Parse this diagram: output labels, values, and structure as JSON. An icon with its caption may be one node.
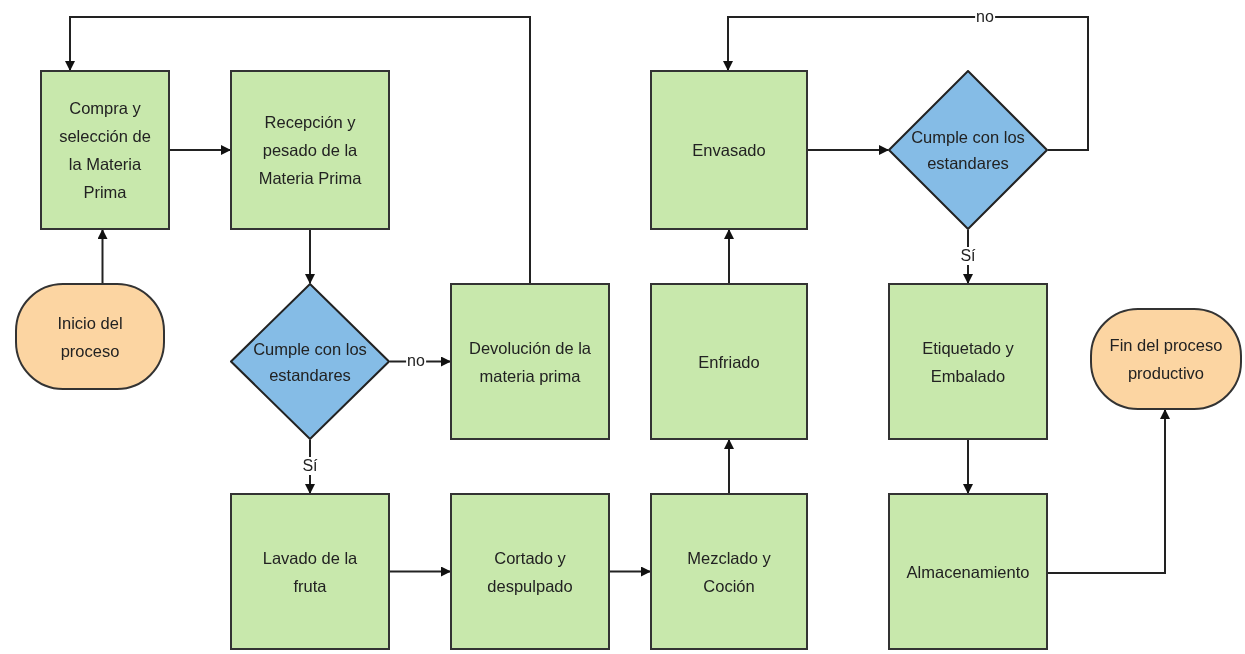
{
  "diagram": {
    "nodes": [
      {
        "text": [
          "Compra y selección de la Materia Prima"
        ]
      },
      {
        "text": [
          "Recepción y pesado de la Materia Prima"
        ]
      },
      {
        "text": [
          "Inicio del proceso"
        ]
      },
      {
        "text": [
          "Cumple con los estandares"
        ]
      },
      {
        "text": [
          "Devolución de la materia prima"
        ]
      },
      {
        "text": [
          "Lavado de la fruta"
        ]
      },
      {
        "text": [
          "Cortado y despulpado"
        ]
      },
      {
        "text": [
          "Mezclado y Coción"
        ]
      },
      {
        "text": [
          "Enfriado"
        ]
      },
      {
        "text": [
          "Envasado"
        ]
      },
      {
        "text": [
          "Cumple con los estandares"
        ]
      },
      {
        "text": [
          "Etiquetado y Embalado"
        ]
      },
      {
        "text": [
          "Almacenamiento"
        ]
      },
      {
        "text": [
          "Fin del proceso productivo"
        ]
      }
    ],
    "edges": [
      {
        "from": 2,
        "to": 0,
        "arrow": "to"
      },
      {
        "from": 0,
        "to": 1,
        "arrow": "to"
      },
      {
        "from": 1,
        "to": 3,
        "arrow": "to"
      },
      {
        "from": 3,
        "to": 4,
        "arrow": "to",
        "label": "no"
      },
      {
        "from": 4,
        "to": 0,
        "arrow": "to"
      },
      {
        "from": 3,
        "to": 5,
        "arrow": "to",
        "label": "Sí"
      },
      {
        "from": 5,
        "to": 6,
        "arrow": "to"
      },
      {
        "from": 6,
        "to": 7,
        "arrow": "to"
      },
      {
        "from": 7,
        "to": 8,
        "arrow": "to"
      },
      {
        "from": 8,
        "to": 9,
        "arrow": "to"
      },
      {
        "from": 9,
        "to": 10,
        "arrow": "to"
      },
      {
        "from": 10,
        "to": 9,
        "arrow": "to",
        "label": "no"
      },
      {
        "from": 10,
        "to": 11,
        "arrow": "to",
        "label": "Sí"
      },
      {
        "from": 11,
        "to": 12,
        "arrow": "to"
      },
      {
        "from": 12,
        "to": 13,
        "arrow": "to"
      }
    ]
  }
}
